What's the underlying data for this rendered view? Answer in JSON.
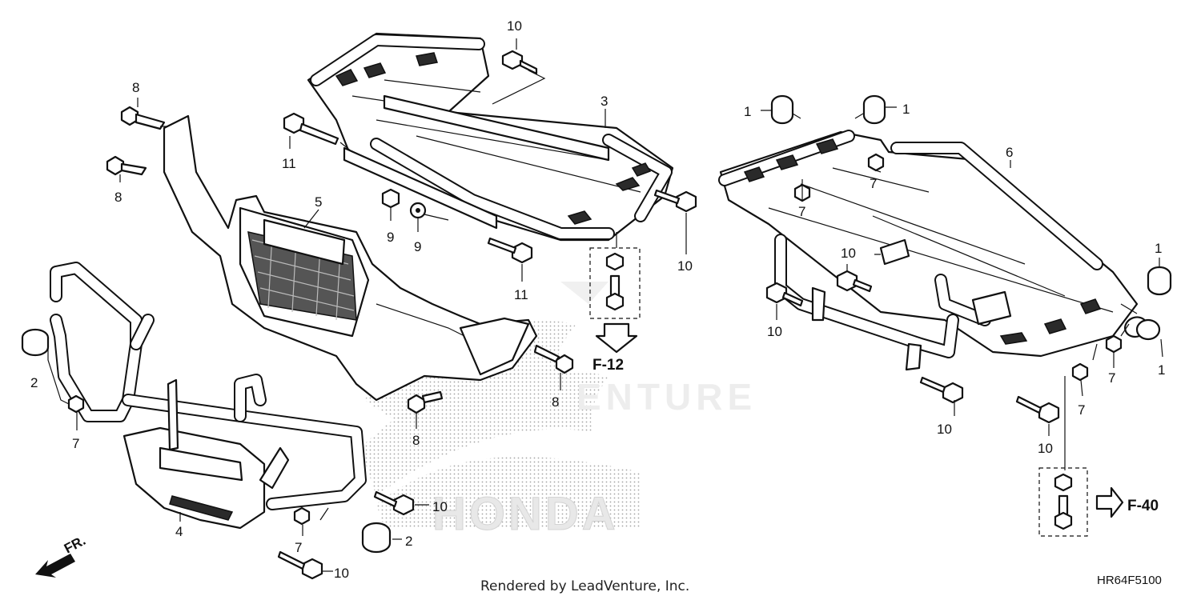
{
  "callouts": {
    "c10_top": "10",
    "c8_a": "8",
    "c8_b": "8",
    "c11_a": "11",
    "c3": "3",
    "c5": "5",
    "c9_a": "9",
    "c9_b": "9",
    "c10_b": "10",
    "c11_b": "11",
    "c2_a": "2",
    "c7_a": "7",
    "c8_c": "8",
    "c8_d": "8",
    "c10_c": "10",
    "c4": "4",
    "c7_b": "7",
    "c2_b": "2",
    "c10_d": "10",
    "c1_a": "1",
    "c1_b": "1",
    "c6": "6",
    "c7_c": "7",
    "c7_d": "7",
    "c10_e": "10",
    "c10_f": "10",
    "c1_c": "1",
    "c1_d": "1",
    "c7_e": "7",
    "c7_f": "7",
    "c10_g": "10",
    "c10_h": "10"
  },
  "references": {
    "f12": "F-12",
    "f40": "F-40"
  },
  "direction": "FR.",
  "watermark_honda": "HONDA",
  "watermark_venture": "ENTURE",
  "footer": "Rendered by LeadVenture, Inc.",
  "diagram_code": "HR64F5100"
}
